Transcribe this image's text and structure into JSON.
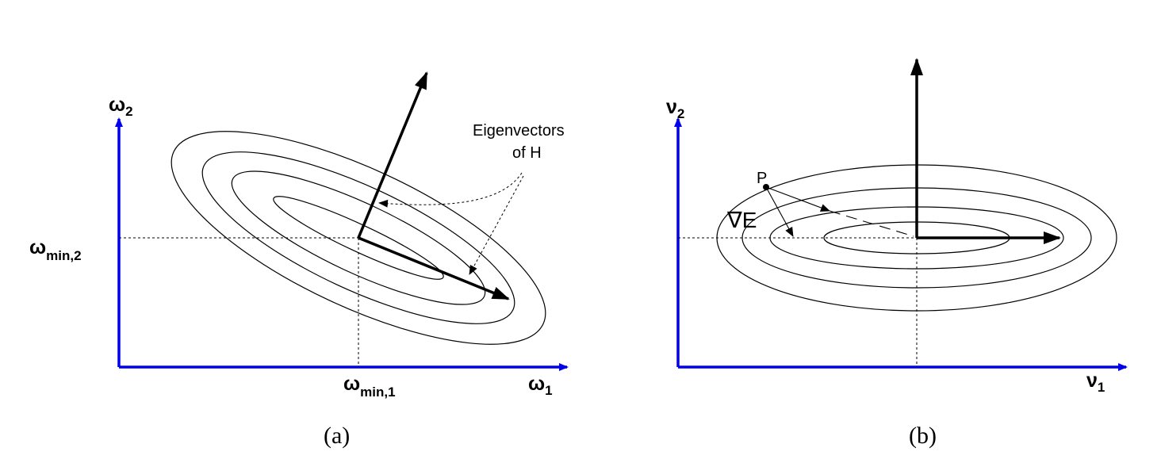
{
  "panel_a": {
    "y_axis_label": "ω",
    "y_axis_sub": "2",
    "x_axis_label": "ω",
    "x_axis_sub": "1",
    "ymin_label": "ω",
    "ymin_sub": "min,2",
    "xmin_label": "ω",
    "xmin_sub": "min,1",
    "annotation_line1": "Eigenvectors",
    "annotation_line2": "of H",
    "caption": "(a)"
  },
  "panel_b": {
    "y_axis_label": "ν",
    "y_axis_sub": "2",
    "x_axis_label": "ν",
    "x_axis_sub": "1",
    "point_label": "P",
    "gradient_label": "∇E",
    "caption": "(b)"
  },
  "colors": {
    "axis": "#0000ee",
    "lines": "#000000",
    "background": "#ffffff"
  }
}
